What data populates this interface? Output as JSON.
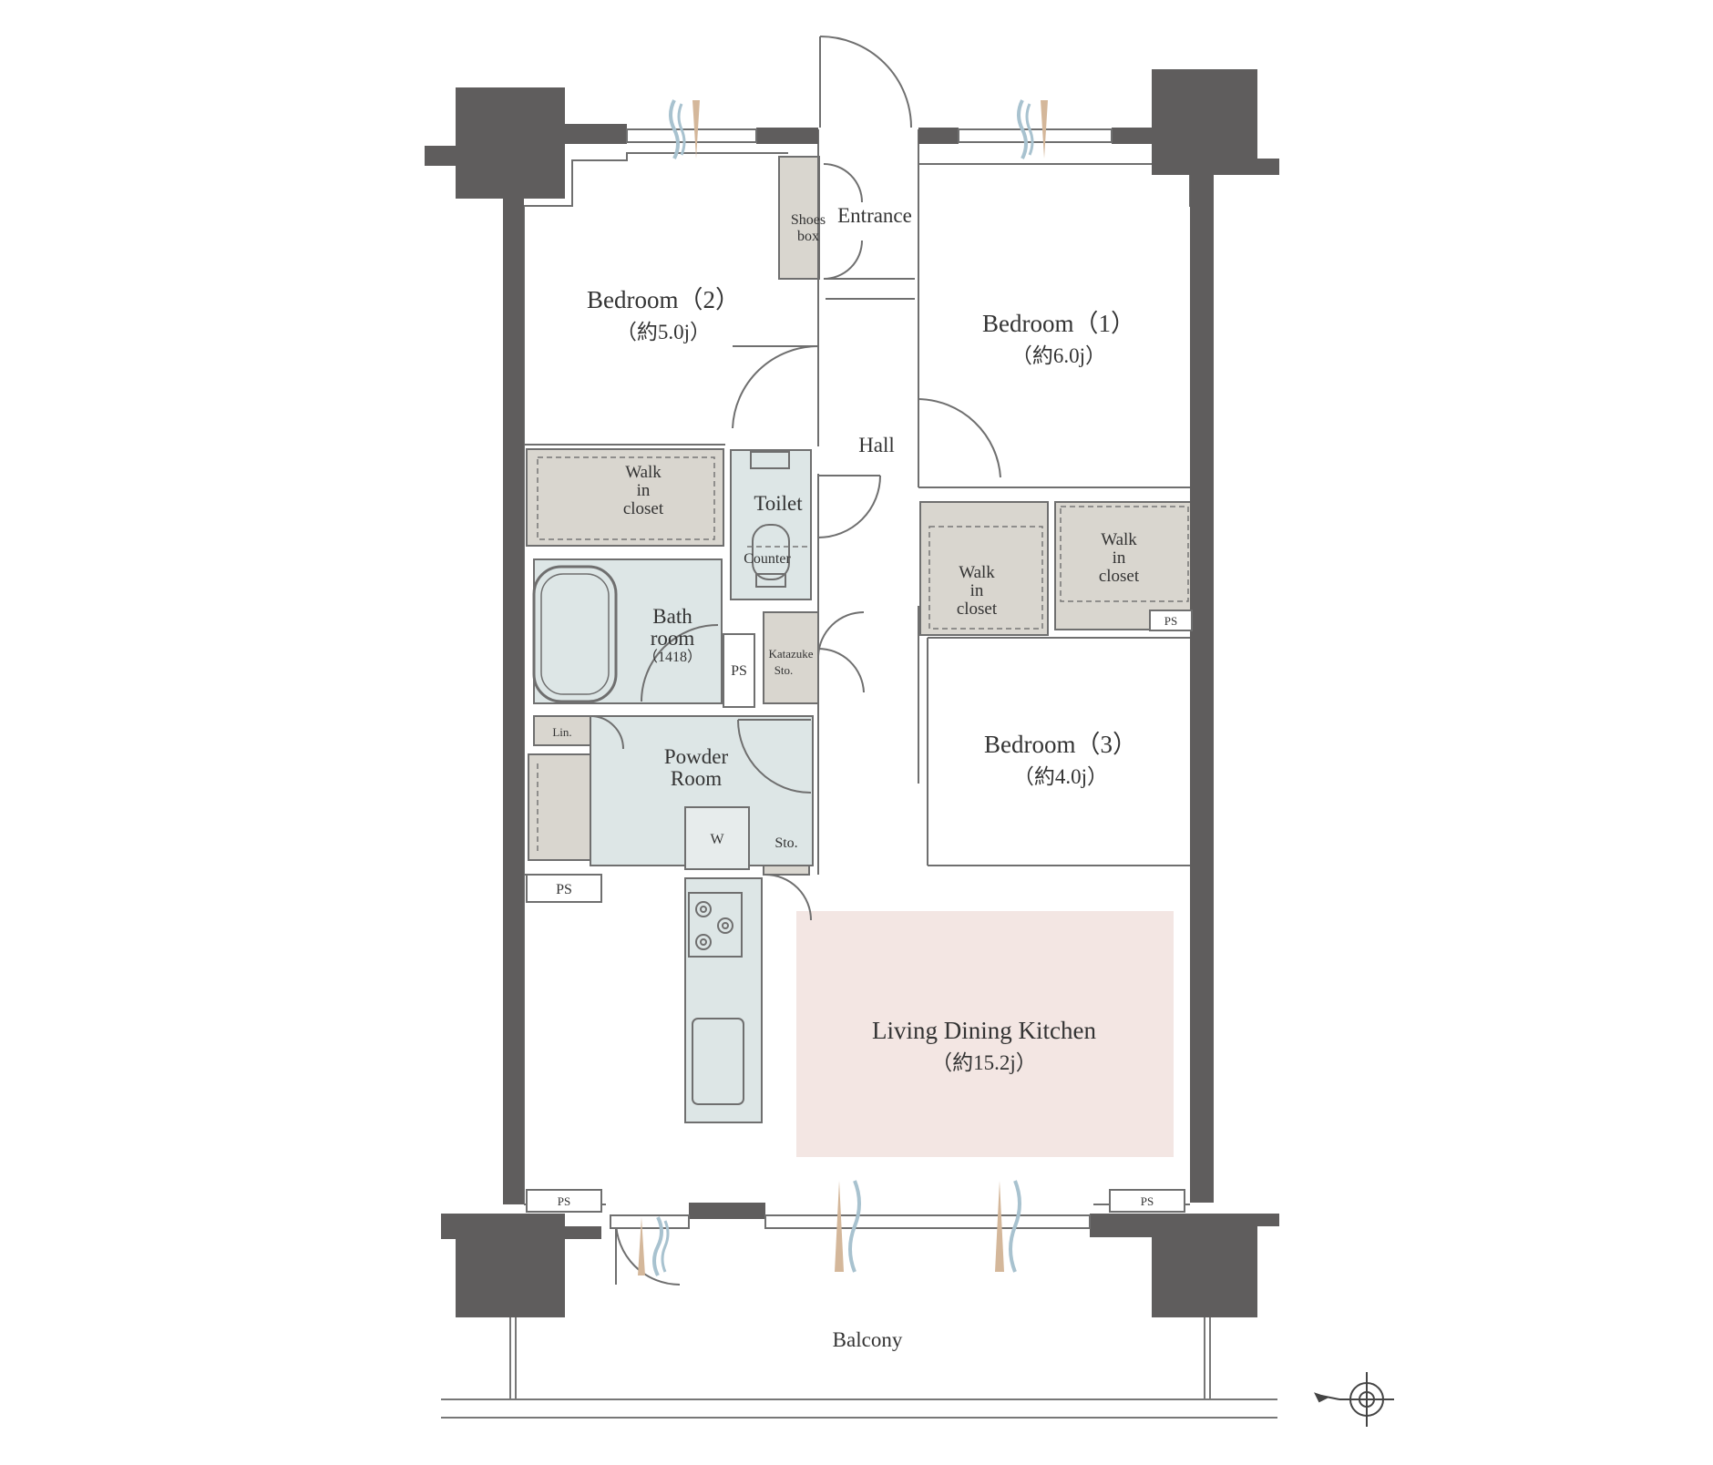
{
  "colors": {
    "wall": "#5f5d5d",
    "line": "#6f6f6f",
    "storage": "#d9d6cf",
    "wet": "#dde6e6",
    "ldk": "#f3e6e3",
    "breeze_blue": "#a8c2cf",
    "breeze_tan": "#d4b79a"
  },
  "rooms": {
    "bedroom2": {
      "name": "Bedroom（2）",
      "area": "（約5.0j）"
    },
    "bedroom1": {
      "name": "Bedroom（1）",
      "area": "（約6.0j）"
    },
    "bedroom3": {
      "name": "Bedroom（3）",
      "area": "（約4.0j）"
    },
    "ldk": {
      "name": "Living Dining Kitchen",
      "area": "（約15.2j）"
    },
    "entrance": "Entrance",
    "hall": "Hall",
    "toilet": "Toilet",
    "counter": "Counter",
    "bath": {
      "line1": "Bath",
      "line2": "room",
      "size": "（1418）"
    },
    "powder": {
      "line1": "Powder",
      "line2": "Room"
    },
    "balcony": "Balcony"
  },
  "storage": {
    "shoes": {
      "line1": "Shoes",
      "line2": "box"
    },
    "wic_left": {
      "line1": "Walk",
      "line2": "in",
      "line3": "closet"
    },
    "wic_mid": {
      "line1": "Walk",
      "line2": "in",
      "line3": "closet"
    },
    "wic_right": {
      "line1": "Walk",
      "line2": "in",
      "line3": "closet"
    },
    "katazuke": {
      "line1": "Katazuke",
      "line2": "Sto."
    },
    "sto": "Sto.",
    "lin": "Lin.",
    "washer": "W",
    "ps_bath": "PS",
    "ps_bed3": "PS",
    "ps_left_mid": "PS",
    "ps_bottom_left": "PS",
    "ps_bottom_right": "PS"
  }
}
